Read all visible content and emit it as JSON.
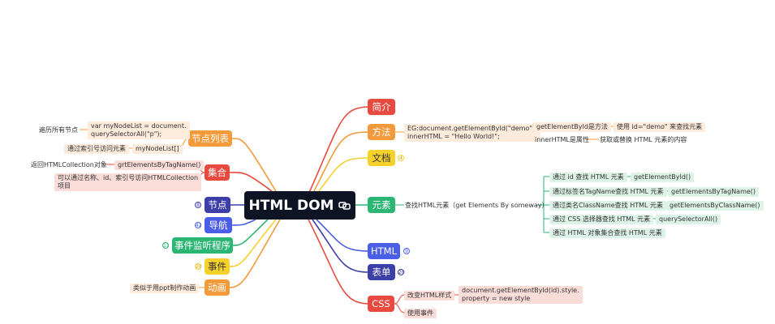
{
  "root": {
    "label": "HTML DOM"
  },
  "right": {
    "intro": "简介",
    "methods": {
      "label": "方法",
      "example": [
        "EG:document.getElementById(\"demo\").",
        "innerHTML = \"Hello World!\";"
      ],
      "getById": "getElementById是方法",
      "getById_use": "使用 id=\"demo\" 来查找元素",
      "innerHTML": "innerHTML是属性",
      "innerHTML_use": "获取或替换 HTML 元素的内容"
    },
    "docs": {
      "label": "文档",
      "badge": "4"
    },
    "elements": {
      "label": "元素",
      "find": "查找HTML元素（get Elements By someway）",
      "ways": [
        {
          "label": "通过 id 查找 HTML 元素",
          "api": "getElementById()"
        },
        {
          "label": "通过标签名TagName查找 HTML 元素",
          "api": "getElementsByTagName()"
        },
        {
          "label": "通过类名ClassName查找 HTML 元素",
          "api": "getElementsByClassName()"
        },
        {
          "label": "通过 CSS 选择器查找 HTML 元素",
          "api": "querySelectorAll()"
        },
        {
          "label": "通过 HTML 对象集合查找 HTML 元素",
          "api": ""
        }
      ]
    },
    "html": {
      "label": "HTML",
      "badge": "9"
    },
    "forms": {
      "label": "表单",
      "badge": "20"
    },
    "css": {
      "label": "CSS",
      "change": "改变HTML样式",
      "code": [
        "document.getElementById(id).style.",
        "property = new style"
      ],
      "events": "使用事件"
    }
  },
  "left": {
    "nodelist": {
      "label": "节点列表",
      "traverse": "遍历所有节点",
      "code": [
        "var myNodeList = document.",
        "querySelectorAll(\"p\");"
      ],
      "index": "通过索引号访问元素",
      "index_code": "myNodeList[]"
    },
    "collection": {
      "label": "集合",
      "returns": "返回HTMLCollection对象",
      "api": "grtElementsByTagName()",
      "access": [
        "可以通过名称、id、索引号访问HTMLCollection",
        "项目"
      ]
    },
    "nodes": {
      "label": "节点",
      "badge": "8"
    },
    "navigation": {
      "label": "导航",
      "badge": "42"
    },
    "listeners": {
      "label": "事件监听程序",
      "badge": "11"
    },
    "events": {
      "label": "事件",
      "badge": "20"
    },
    "animation": {
      "label": "动画",
      "desc": "类似于用ppt制作动画"
    }
  },
  "colors": {
    "intro": "#e84a3f",
    "methods": "#f39a3a",
    "docs": "#f6d12b",
    "elements": "#2bb673",
    "html": "#4a5ee8",
    "forms": "#3c3fa8",
    "css": "#e84a3f",
    "nodelist": "#f39a3a",
    "collection": "#e84a3f",
    "nodes": "#3c3fa8",
    "navigation": "#4a5ee8",
    "listeners": "#2bb673",
    "events": "#f6d12b",
    "animation": "#f39a3a"
  }
}
